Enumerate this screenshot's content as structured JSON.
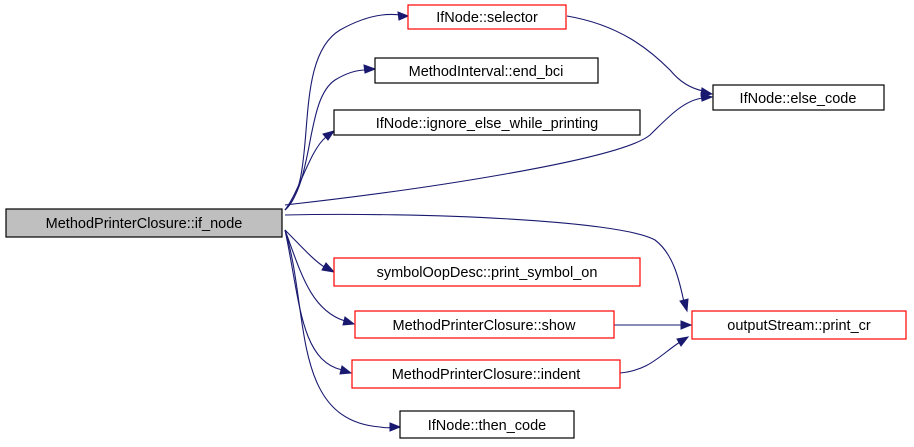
{
  "colors": {
    "edge": "#191970",
    "border_linked": "#ff0000",
    "border_plain": "#000000",
    "root_fill": "#bfbfbf",
    "node_fill": "#ffffff"
  },
  "nodes": {
    "root": {
      "label": "MethodPrinterClosure::if_node",
      "style": "root"
    },
    "selector": {
      "label": "IfNode::selector",
      "style": "red"
    },
    "end_bci": {
      "label": "MethodInterval::end_bci",
      "style": "black"
    },
    "ignore_else": {
      "label": "IfNode::ignore_else_while_printing",
      "style": "black"
    },
    "else_code": {
      "label": "IfNode::else_code",
      "style": "black"
    },
    "print_symbol_on": {
      "label": "symbolOopDesc::print_symbol_on",
      "style": "red"
    },
    "show": {
      "label": "MethodPrinterClosure::show",
      "style": "red"
    },
    "print_cr": {
      "label": "outputStream::print_cr",
      "style": "red"
    },
    "indent": {
      "label": "MethodPrinterClosure::indent",
      "style": "red"
    },
    "then_code": {
      "label": "IfNode::then_code",
      "style": "black"
    }
  },
  "edges": [
    {
      "from": "root",
      "to": "selector"
    },
    {
      "from": "root",
      "to": "end_bci"
    },
    {
      "from": "root",
      "to": "ignore_else"
    },
    {
      "from": "root",
      "to": "else_code"
    },
    {
      "from": "root",
      "to": "print_cr"
    },
    {
      "from": "root",
      "to": "print_symbol_on"
    },
    {
      "from": "root",
      "to": "show"
    },
    {
      "from": "root",
      "to": "indent"
    },
    {
      "from": "root",
      "to": "then_code"
    },
    {
      "from": "selector",
      "to": "else_code"
    },
    {
      "from": "show",
      "to": "print_cr"
    },
    {
      "from": "indent",
      "to": "print_cr"
    }
  ]
}
